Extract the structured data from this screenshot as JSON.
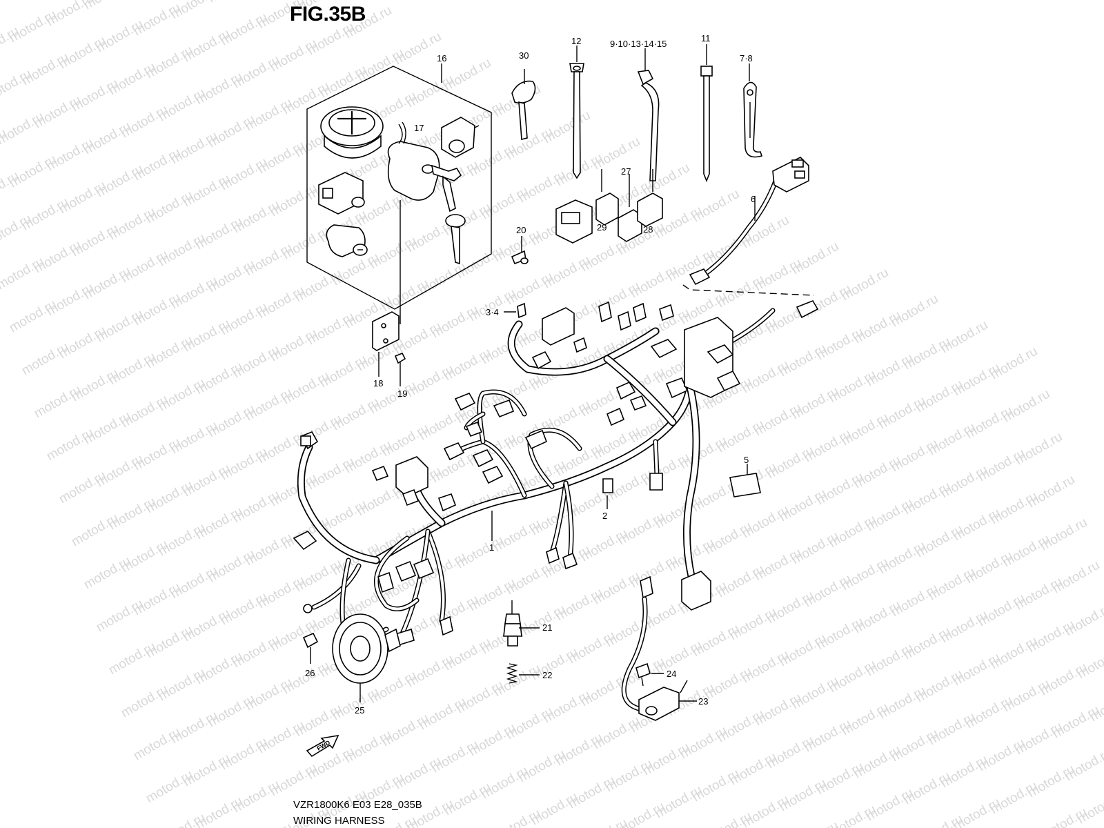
{
  "figure": {
    "title": "FIG.35B",
    "model_code": "VZR1800K6 E03 E28_035B",
    "section_name": "WIRING HARNESS",
    "watermark_text": "motod.ru",
    "fwd_label": "FWD"
  },
  "callouts": [
    {
      "id": "c1",
      "label": "1"
    },
    {
      "id": "c2",
      "label": "2"
    },
    {
      "id": "c34",
      "label": "3·4"
    },
    {
      "id": "c5",
      "label": "5"
    },
    {
      "id": "c6",
      "label": "6"
    },
    {
      "id": "c78",
      "label": "7·8"
    },
    {
      "id": "c9",
      "label": "9·10·13·14·15"
    },
    {
      "id": "c11",
      "label": "11"
    },
    {
      "id": "c12",
      "label": "12"
    },
    {
      "id": "c16",
      "label": "16"
    },
    {
      "id": "c17",
      "label": "17"
    },
    {
      "id": "c18",
      "label": "18"
    },
    {
      "id": "c19",
      "label": "19"
    },
    {
      "id": "c20",
      "label": "20"
    },
    {
      "id": "c21",
      "label": "21"
    },
    {
      "id": "c22",
      "label": "22"
    },
    {
      "id": "c23",
      "label": "23"
    },
    {
      "id": "c24",
      "label": "24"
    },
    {
      "id": "c25",
      "label": "25"
    },
    {
      "id": "c26",
      "label": "26"
    },
    {
      "id": "c27",
      "label": "27"
    },
    {
      "id": "c28",
      "label": "28"
    },
    {
      "id": "c29",
      "label": "29"
    },
    {
      "id": "c30",
      "label": "30"
    }
  ],
  "colors": {
    "ink": "#000000",
    "background": "#ffffff",
    "watermark": "#d8d8d8"
  }
}
